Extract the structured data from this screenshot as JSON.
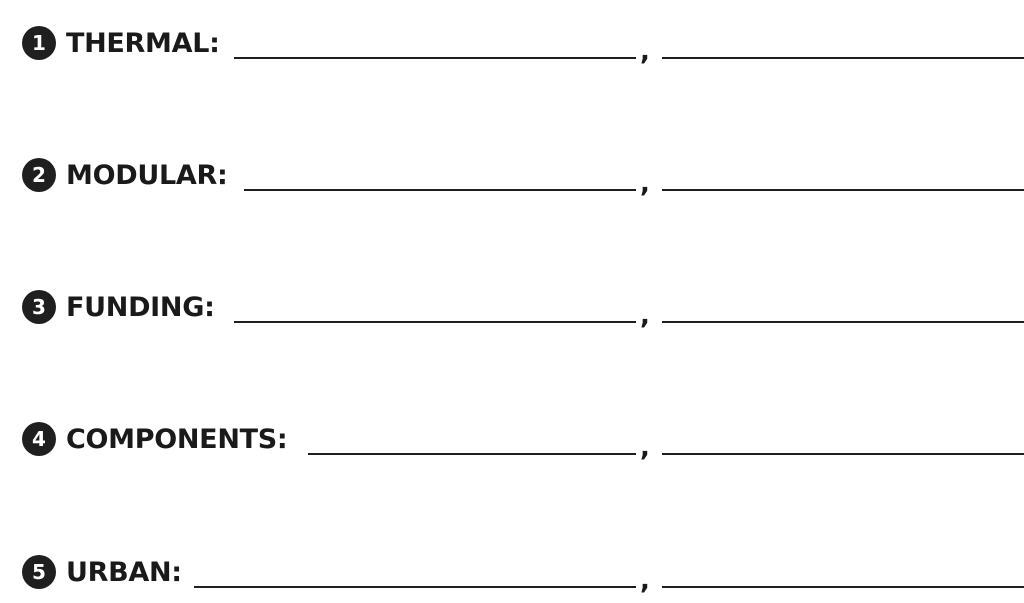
{
  "items": [
    {
      "number": "1",
      "label": "THERMAL:",
      "separator": ","
    },
    {
      "number": "2",
      "label": "MODULAR:",
      "separator": ","
    },
    {
      "number": "3",
      "label": "FUNDING:",
      "separator": ","
    },
    {
      "number": "4",
      "label": "COMPONENTS:",
      "separator": ","
    },
    {
      "number": "5",
      "label": "URBAN:",
      "separator": ","
    }
  ],
  "colors": {
    "ink": "#1f1f1f",
    "background": "#ffffff",
    "badge_text": "#ffffff"
  }
}
